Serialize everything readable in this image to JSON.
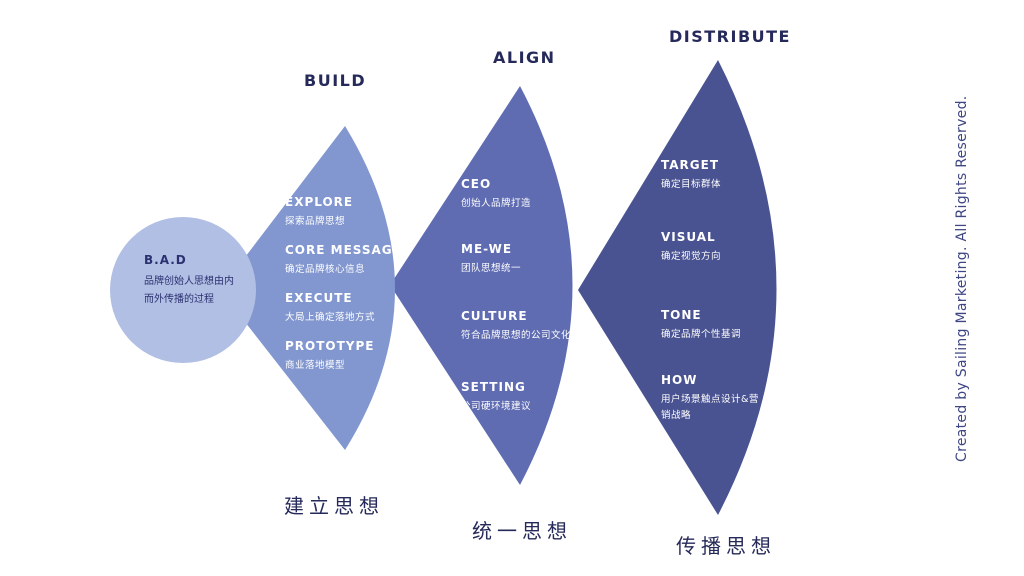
{
  "colors": {
    "circle": "#b2bfe4",
    "build": "#8297cf",
    "align": "#5f6cb2",
    "distribute": "#4a5391",
    "dark_text": "#252a5a"
  },
  "center": {
    "title": "B.A.D",
    "subtitle": "品牌创始人思想由内而外传播的过程"
  },
  "stages": [
    {
      "title": "BUILD",
      "cn": "建立思想",
      "items": [
        {
          "title": "EXPLORE",
          "subtitle": "探索品牌思想"
        },
        {
          "title": "CORE MESSAGE",
          "subtitle": "确定品牌核心信息"
        },
        {
          "title": "EXECUTE",
          "subtitle": "大局上确定落地方式"
        },
        {
          "title": "PROTOTYPE",
          "subtitle": "商业落地模型"
        }
      ]
    },
    {
      "title": "ALIGN",
      "cn": "统一思想",
      "items": [
        {
          "title": "CEO",
          "subtitle": "创始人品牌打造"
        },
        {
          "title": "ME-WE",
          "subtitle": "团队思想统一"
        },
        {
          "title": "CULTURE",
          "subtitle": "符合品牌思想的公司文化"
        },
        {
          "title": "SETTING",
          "subtitle": "公司硬环境建议"
        }
      ]
    },
    {
      "title": "DISTRIBUTE",
      "cn": "传播思想",
      "items": [
        {
          "title": "TARGET",
          "subtitle": "确定目标群体"
        },
        {
          "title": "VISUAL",
          "subtitle": "确定视觉方向"
        },
        {
          "title": "TONE",
          "subtitle": "确定品牌个性基调"
        },
        {
          "title": "HOW",
          "subtitle": "用户场景触点设计&营销战略"
        }
      ]
    }
  ],
  "credit": "Created by Sailing Marketing. All Rights Reserved."
}
